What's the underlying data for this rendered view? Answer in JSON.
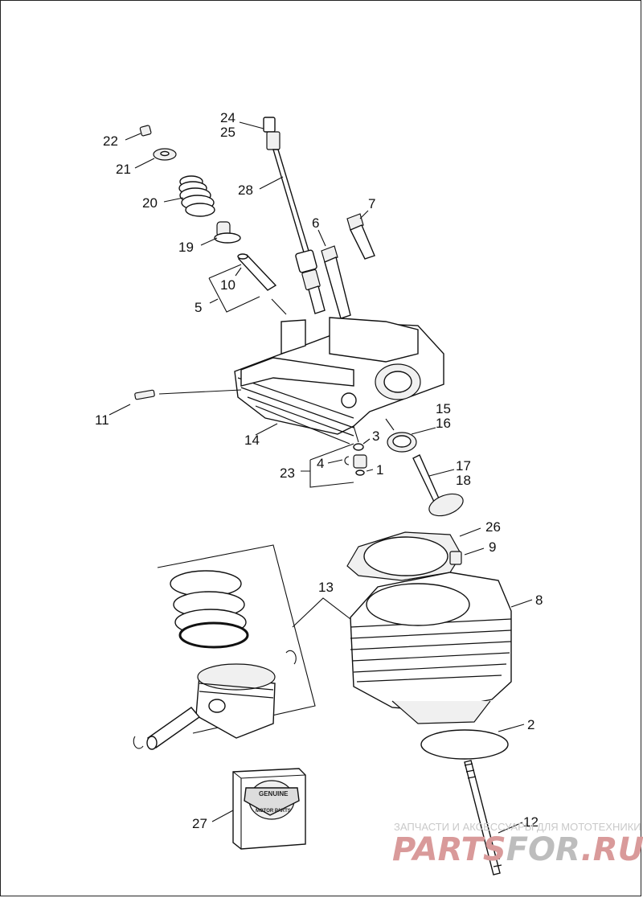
{
  "callouts": {
    "c1": "1",
    "c2": "2",
    "c3": "3",
    "c4": "4",
    "c5": "5",
    "c6": "6",
    "c7": "7",
    "c8": "8",
    "c9": "9",
    "c10": "10",
    "c11": "11",
    "c12": "12",
    "c13": "13",
    "c14": "14",
    "c15": "15",
    "c16": "16",
    "c17": "17",
    "c18": "18",
    "c19": "19",
    "c20": "20",
    "c21": "21",
    "c22": "22",
    "c23": "23",
    "c24": "24",
    "c25": "25",
    "c26": "26",
    "c27": "27",
    "c28": "28"
  },
  "logo": {
    "top_word": "GENUINE",
    "bottom_word": "MOTOR PARTS"
  },
  "watermark": {
    "tagline": "ЗАПЧАСТИ И АКСЕССУАРЫ ДЛЯ МОТОТЕХНИКИ",
    "brand_part1": "PARTS",
    "brand_part2": "FOR",
    "brand_part3": ".RU"
  }
}
